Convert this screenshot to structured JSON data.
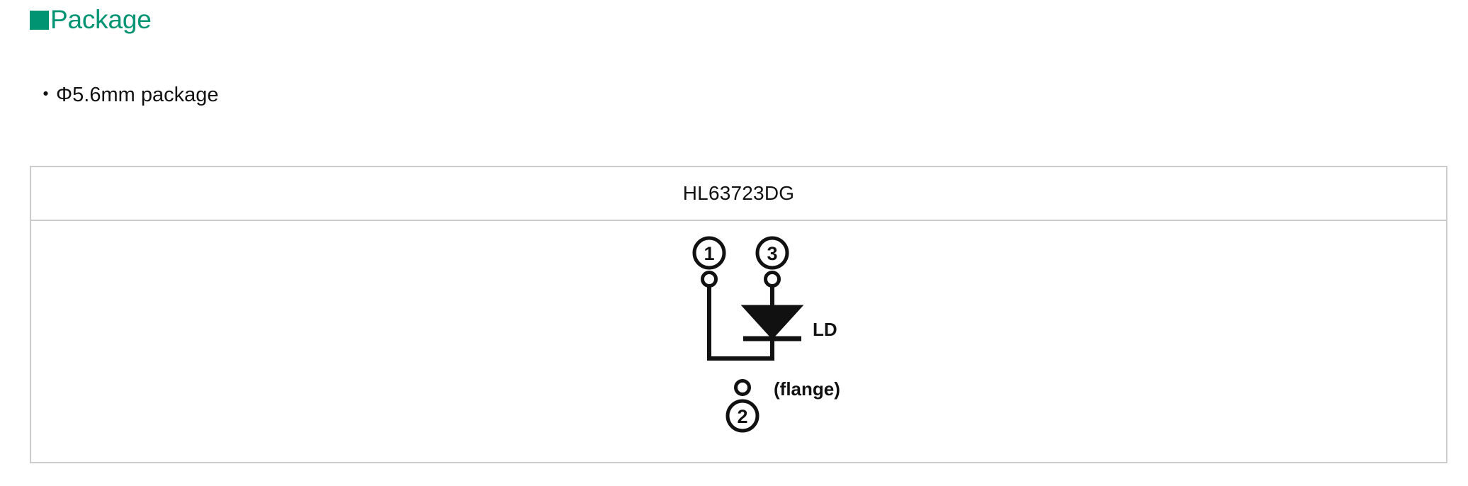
{
  "section": {
    "marker_icon": "filled-square-icon",
    "marker_color": "#009473",
    "title": "Package"
  },
  "bullet": {
    "text": "・Φ5.6mm package"
  },
  "package_table": {
    "border_color": "#cccccc",
    "header": {
      "part_number": "HL63723DG"
    },
    "diagram": {
      "type": "laser-diode-pin-configuration",
      "component_label": "LD",
      "pins": [
        {
          "number": "1",
          "label": ""
        },
        {
          "number": "3",
          "label": ""
        },
        {
          "number": "2",
          "label": "(flange)"
        }
      ],
      "flange_label": "(flange)"
    }
  }
}
